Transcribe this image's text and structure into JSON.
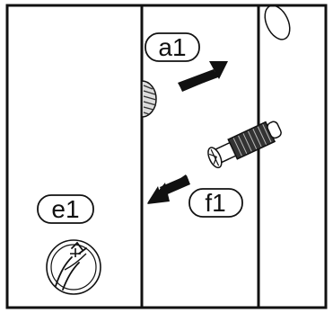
{
  "labels": {
    "a1": "a1",
    "e1": "e1",
    "f1": "f1"
  },
  "icons": {
    "top_right_hole": "oval-hole-icon",
    "bottom_left_hardware": "screw-head-icon",
    "dowel": "cam-dowel-icon",
    "arrow_a1": "arrow-right-icon",
    "arrow_f1": "arrow-left-icon"
  },
  "colors": {
    "line": "#111111",
    "background": "#ffffff",
    "shade": "#444444"
  }
}
